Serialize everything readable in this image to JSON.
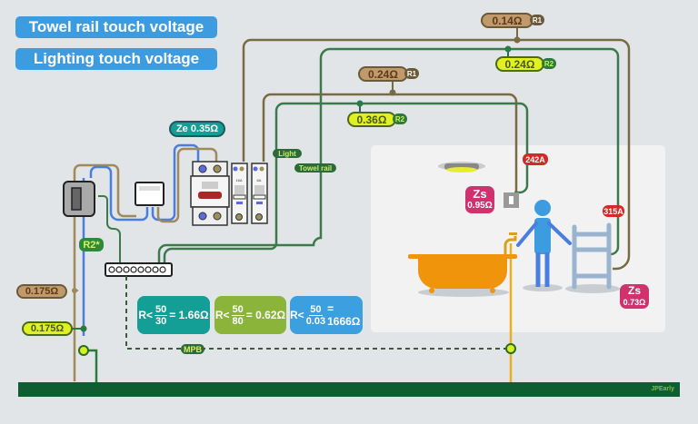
{
  "titles": {
    "towel_rail": "Towel rail touch voltage",
    "lighting": "Lighting touch voltage"
  },
  "ze_label": "Ze 0.35Ω",
  "circuit_labels": {
    "light": "Light",
    "towel_rail": "Towel rail"
  },
  "mcb_ratings": [
    "16A",
    "6A"
  ],
  "resistances": {
    "towel_r1": {
      "value": "0.14Ω",
      "tag": "R1"
    },
    "towel_r2": {
      "value": "0.24Ω",
      "tag": "R2"
    },
    "light_r1": {
      "value": "0.24Ω",
      "tag": "R1"
    },
    "light_r2": {
      "value": "0.36Ω",
      "tag": "R2"
    },
    "tails_line": "0.175Ω",
    "tails_earth": "0.175Ω",
    "r2_star": "R2*"
  },
  "fault_currents": {
    "light": "242A",
    "towel_rail": "315A"
  },
  "zs": {
    "light": {
      "label": "Zs",
      "value": "0.95Ω"
    },
    "towel_rail": {
      "label": "Zs",
      "value": "0.73Ω"
    }
  },
  "formulas": [
    {
      "prefix": "R<",
      "numerator": "50",
      "denominator": "30",
      "result": "= 1.66Ω",
      "color": "#139e96"
    },
    {
      "prefix": "R<",
      "numerator": "50",
      "denominator": "80",
      "result": "= 0.62Ω",
      "color": "#8ab43a"
    },
    {
      "prefix": "R<",
      "numerator": "50",
      "denominator": "0.03",
      "result": "= 1666Ω",
      "color": "#3c9fdf"
    }
  ],
  "mpb_label": "MPB",
  "credit": "JPEarly",
  "colors": {
    "title_blue": "#3d9be0",
    "brown_wire": "#7a6a44",
    "green_wire": "#3c7a4c",
    "blue_wire": "#4a7de0",
    "earth_bar": "#0f5e32",
    "r1_pill": "#c19a6b",
    "r2_pill": "#e0f020",
    "zs_pink": "#d0326e",
    "amp_red": "#d32a26"
  }
}
